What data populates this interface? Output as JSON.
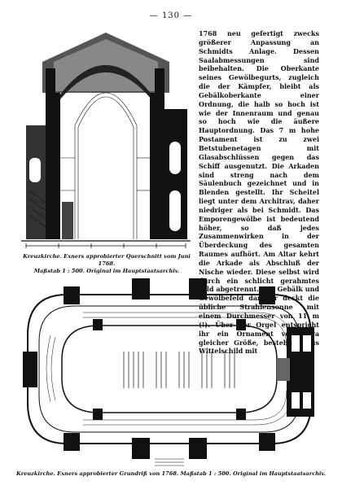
{
  "page_number": "— 130 —",
  "body_text": "1768 neu gefertigt zwecks größerer Anpassung an Schmidts Anlage. Dessen Saalabmessungen sind beibehalten. Die Oberkante seines Gewölbegurts, zugleich die der Kämpfer, bleibt als Gebälkoberkante einer Ordnung, die halb so hoch ist wie der Innenraum und genau so hoch wie die äußere Hauptordnung. Das 7 m hohe Postament ist zu zwei Betstubenetagen mit Glasabschlüssen gegen das Schiff ausgenutzt. Die Arkaden sind streng nach dem Säulenbuch gezeichnet und in Blenden gestellt. Ihr Scheitel liegt unter dem Architrav, daher niedriger als bei Schmidt. Das Emporengewölbe ist bedeutend höher, so daß jedes Zusammenwirken in der Überdeckung des gesamten Raumes aufhört. Am Altar kehrt die Arkade als Abschluß der Nische wieder. Diese selbst wird durch ein schlicht gerahmtes Bild abgetrennt. Das Gebälk und Gewölbefeld darüber deckt die übliche Strahlensonne mit einem Durchmesser von 11 m (!). Über der Orgel entspricht ihr ein Ornament von etwa gleicher Größe, bestehend aus Wittelschild mit",
  "caption_top_line1": "Kreuzkirche. Exners approbierter Querschnitt vom Juni 1768.",
  "caption_top_line2": "Maßstab 1 : 500.  Original im Hauptstaatsarchiv.",
  "caption_bottom": "Kreuzkirche. Exners approbierter Grundriß von 1768.  Maßstab 1 : 500.  Original im Hauptstaatsarchiv."
}
